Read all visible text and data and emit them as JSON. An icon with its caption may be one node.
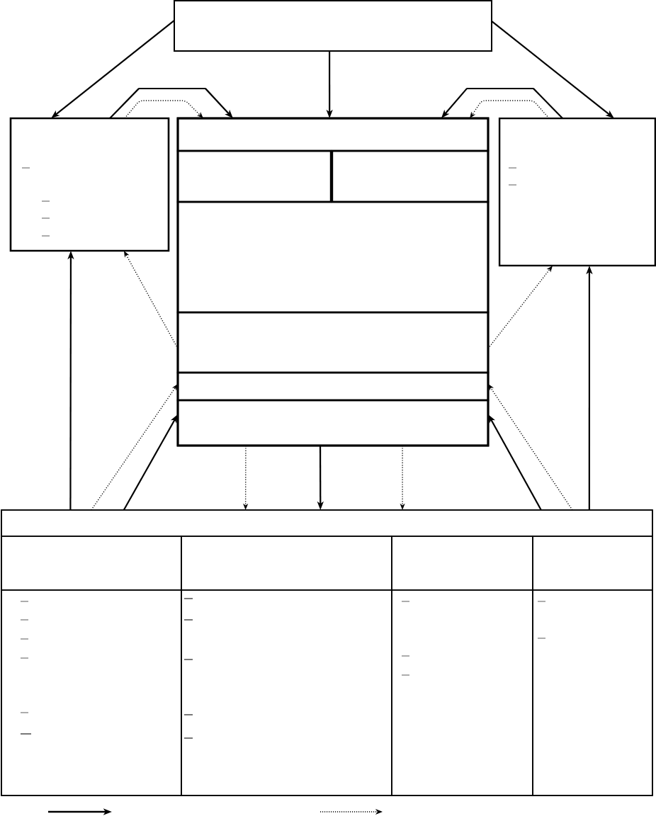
{
  "diagram": {
    "nodes": [
      {
        "text": [],
        "shape": "box"
      },
      {
        "text": [],
        "shape": "box"
      },
      {
        "text": [],
        "shape": "box"
      },
      {
        "text": [],
        "shape": "box",
        "in": 2
      },
      {
        "text": [],
        "shape": "box",
        "in": 2
      },
      {
        "text": [],
        "shape": "box",
        "in": 2
      },
      {
        "text": [],
        "shape": "box",
        "in": 2
      },
      {
        "text": [],
        "shape": "box",
        "in": 2
      },
      {
        "text": [],
        "shape": "box",
        "in": 2
      },
      {
        "text": [],
        "shape": "box",
        "in": 2
      },
      {
        "text": [],
        "shape": "box"
      },
      {
        "text": [],
        "shape": "box"
      },
      {
        "text": [],
        "shape": "box",
        "in": 11
      },
      {
        "text": [],
        "shape": "box",
        "in": 11
      },
      {
        "text": [],
        "shape": "box",
        "in": 11
      },
      {
        "text": [],
        "shape": "box",
        "in": 11
      },
      {
        "text": [],
        "shape": "box",
        "in": 11
      },
      {
        "text": [],
        "shape": "box",
        "in": 11
      },
      {
        "text": [],
        "shape": "box",
        "in": 11
      },
      {
        "text": [],
        "shape": "box",
        "in": 11
      },
      {
        "text": [],
        "shape": "box",
        "in": 11
      }
    ],
    "edges": [
      {
        "from": 0,
        "to": 1,
        "arrow": "to"
      },
      {
        "from": 0,
        "to": 2,
        "arrow": "to"
      },
      {
        "from": 0,
        "to": 10,
        "arrow": "to"
      },
      {
        "from": 1,
        "to": 2,
        "arrow": "to"
      },
      {
        "from": 1,
        "to": 2,
        "arrow": "to",
        "style": "dashed"
      },
      {
        "from": 10,
        "to": 2,
        "arrow": "to"
      },
      {
        "from": 10,
        "to": 2,
        "arrow": "to",
        "style": "dashed"
      },
      {
        "from": 7,
        "to": 1,
        "arrow": "to",
        "style": "dashed"
      },
      {
        "from": 7,
        "to": 10,
        "arrow": "to",
        "style": "dashed"
      },
      {
        "from": 11,
        "to": 1,
        "arrow": "to"
      },
      {
        "from": 11,
        "to": 8,
        "arrow": "to",
        "style": "dashed"
      },
      {
        "from": 11,
        "to": 9,
        "arrow": "to"
      },
      {
        "from": 9,
        "to": 11,
        "arrow": "to",
        "style": "dashed"
      },
      {
        "from": 9,
        "to": 11,
        "arrow": "to"
      },
      {
        "from": 9,
        "to": 11,
        "arrow": "to",
        "style": "dashed"
      },
      {
        "from": 11,
        "to": 9,
        "arrow": "to"
      },
      {
        "from": 11,
        "to": 8,
        "arrow": "to",
        "style": "dashed"
      },
      {
        "from": 11,
        "to": 10,
        "arrow": "to"
      }
    ]
  }
}
